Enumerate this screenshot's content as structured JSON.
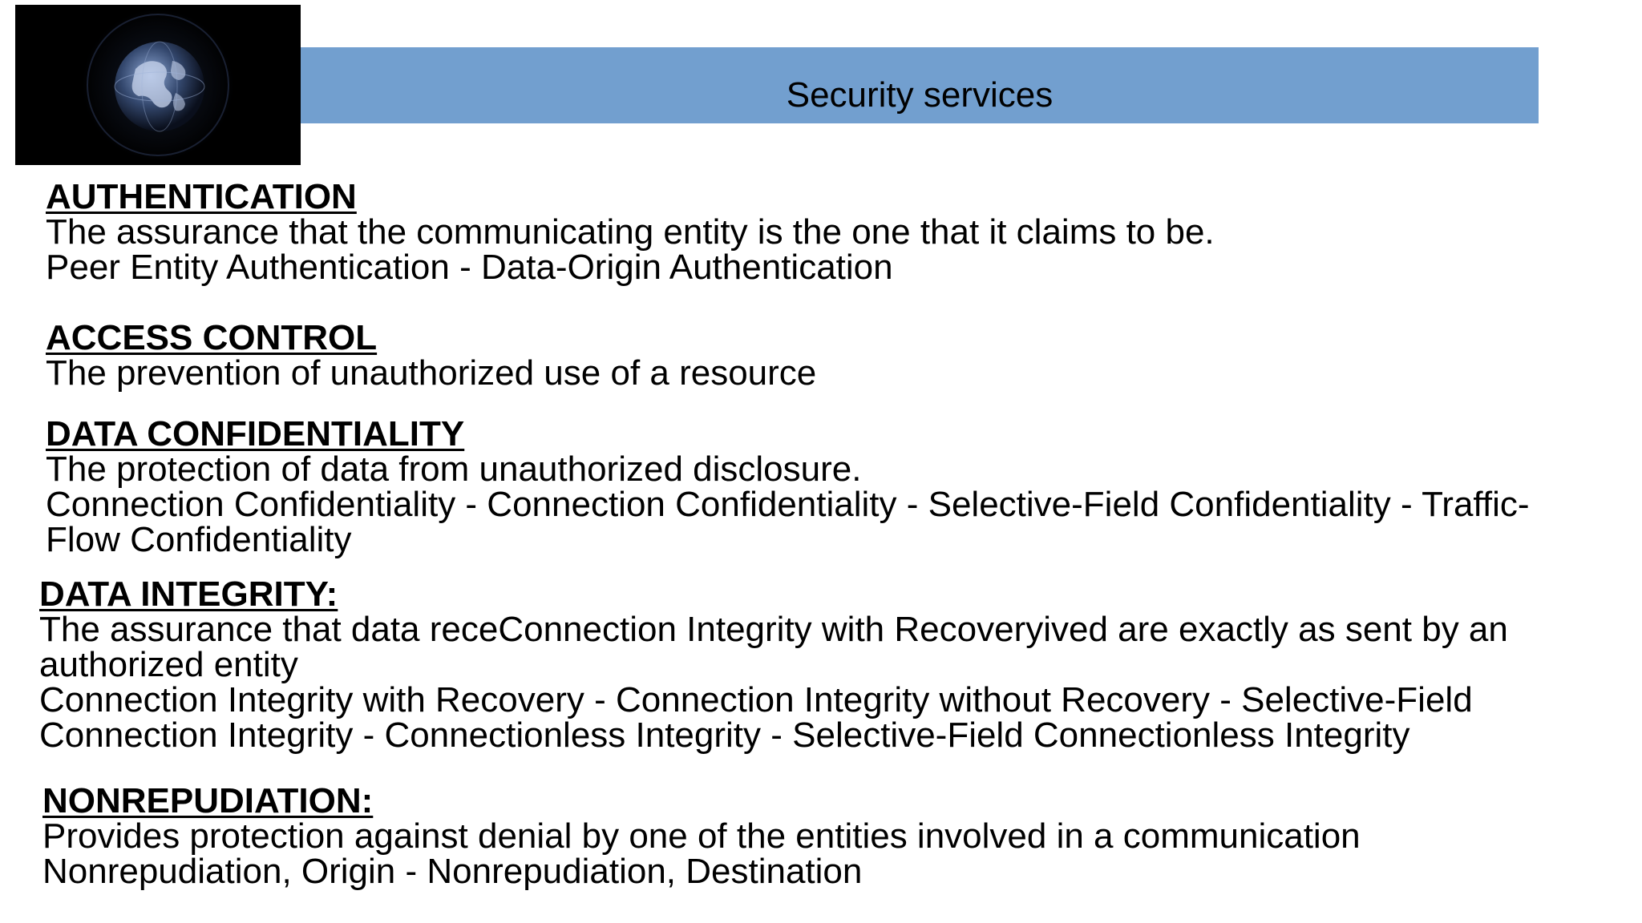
{
  "slide": {
    "title": "Security services",
    "colors": {
      "title_bar": "#729fcf",
      "logo_background": "#000000"
    },
    "logo_icon": "globe-icon",
    "sections": {
      "authentication": {
        "heading": "AUTHENTICATION",
        "lines": [
          "The assurance that the communicating entity is the one that it claims to be.",
          "Peer Entity Authentication - Data-Origin Authentication"
        ]
      },
      "access_control": {
        "heading": "ACCESS CONTROL",
        "lines": [
          "The prevention of unauthorized use of a resource"
        ]
      },
      "data_confidentiality": {
        "heading": "DATA CONFIDENTIALITY",
        "lines": [
          "The protection of data from unauthorized disclosure.",
          "Connection Confidentiality - Connection Confidentiality - Selective-Field Confidentiality - Traffic-",
          "Flow Confidentiality"
        ]
      },
      "data_integrity": {
        "heading": "DATA INTEGRITY:",
        "lines": [
          "The assurance that data receConnection Integrity with Recoveryived are exactly as sent by an",
          "authorized entity",
          "Connection Integrity with Recovery - Connection Integrity without  Recovery - Selective-Field",
          "Connection Integrity - Connectionless Integrity - Selective-Field Connectionless Integrity"
        ]
      },
      "nonrepudiation": {
        "heading": "NONREPUDIATION:",
        "lines": [
          "Provides protection against denial by one of the entities involved in a communication",
          "Nonrepudiation, Origin - Nonrepudiation, Destination"
        ]
      }
    }
  }
}
